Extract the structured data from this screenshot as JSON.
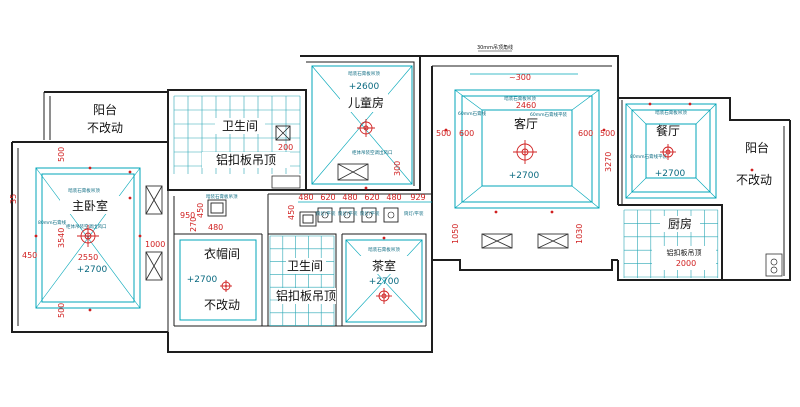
{
  "header": {
    "title": "30mm吊顶角线"
  },
  "rooms": {
    "balcony_left": {
      "name": "阳台",
      "status": "不改动"
    },
    "bath_top": {
      "name": "卫生间",
      "ceiling": "铝扣板吊顶",
      "dim": "200"
    },
    "child": {
      "name": "儿童房",
      "height": "+2600",
      "note_top": "暗装石膏板吊顶",
      "note_ac": "柜体吊装空调出风口",
      "dim": "300"
    },
    "living": {
      "name": "客厅",
      "height": "+2700",
      "note_top": "暗装石膏板吊顶",
      "note_l": "60mm石膏线",
      "note_r": "60mm石膏线平装",
      "dim_top": "~300",
      "dim_inner": "2460",
      "dim_l1": "500",
      "dim_l2": "600",
      "dim_r1": "600",
      "dim_r2": "500",
      "dim_side": "3270",
      "dim_bl": "1050",
      "dim_br": "1030"
    },
    "dining": {
      "name": "餐厅",
      "height": "+2700",
      "note_top": "暗装石膏板吊顶",
      "note_mid": "80mm石膏线平装"
    },
    "balcony_right": {
      "name": "阳台",
      "status": "不改动"
    },
    "master": {
      "name": "主卧室",
      "height": "+2700",
      "note_top": "暗装石膏板吊顶",
      "note_l": "80mm石膏线",
      "note_r": "柜体吊装空调出风口",
      "dim_w": "2550",
      "dim_h": "3540",
      "dim_t": "500",
      "dim_b": "500",
      "dim_l": "450",
      "dim_side": "35"
    },
    "closet": {
      "name": "衣帽间",
      "height": "+2700",
      "status": "不改动",
      "note": "暗装石膏板吊顶",
      "dim_a": "950",
      "dim_b": "450",
      "dim_c": "270",
      "dim_d": "480",
      "dim_e": "1000"
    },
    "bath_mid": {
      "name": "卫生间",
      "ceiling": "铝扣板吊顶",
      "dim": "450"
    },
    "tea": {
      "name": "茶室",
      "height": "+2700",
      "note": "暗装石膏板吊顶"
    },
    "kitchen": {
      "name": "厨房",
      "ceiling": "铝扣板吊顶",
      "dim": "2000"
    }
  },
  "corridor": {
    "dims": [
      "480",
      "620",
      "480",
      "620",
      "480",
      "929"
    ],
    "labels": [
      "筒灯/平装",
      "筒灯/平装",
      "筒灯/平装",
      "筒灯/平装"
    ]
  },
  "icons": [
    "ceiling-lamp-icon",
    "downlight-icon",
    "exhaust-fan-icon",
    "air-conditioner-icon"
  ],
  "colors": {
    "wall": "#1e1e1e",
    "ceiling": "#00a6b8",
    "dimension": "#d02020"
  }
}
